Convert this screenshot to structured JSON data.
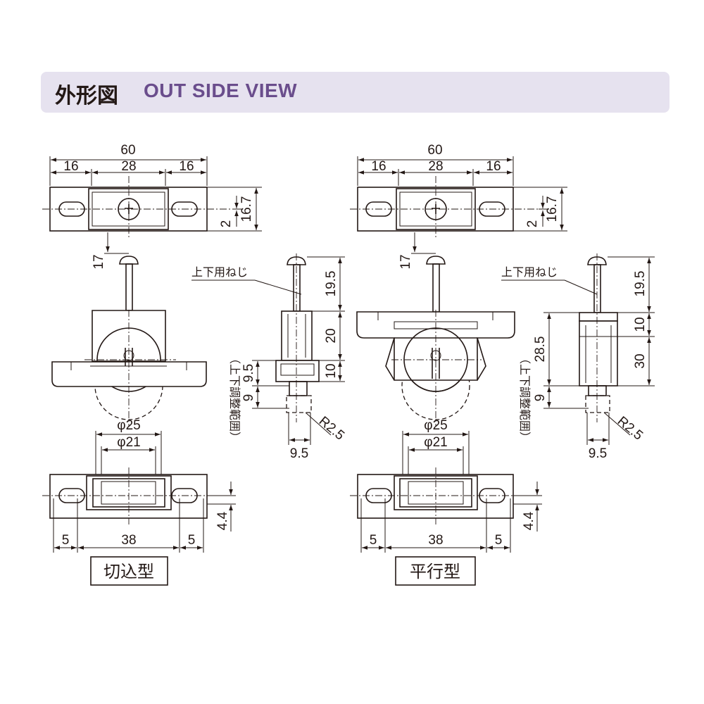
{
  "header": {
    "title_jp": "外形図",
    "title_en": "OUT SIDE VIEW"
  },
  "colors": {
    "banner_bg": "#e6e2ef",
    "title_en": "#6a4d8c",
    "ink": "#231815"
  },
  "variants": [
    {
      "label": "切込型",
      "dims": {
        "total_w": "60",
        "left_w": "16",
        "mid_w": "28",
        "right_w": "16",
        "height": "16.7",
        "offset": "2",
        "stem": "17",
        "screw_note": "上下用ねじ",
        "side_top": "19.5",
        "side_body": "20",
        "side_base": "10",
        "adj_a": "9.5",
        "adj_b": "9",
        "radius": "R2.5",
        "wheel_w": "9.5",
        "adj_range": "（上下調整範囲）",
        "outer_dia": "φ25",
        "inner_dia": "φ21",
        "hole_pitch": "38",
        "edge_l": "5",
        "edge_r": "5",
        "depth": "4.4"
      }
    },
    {
      "label": "平行型",
      "dims": {
        "total_w": "60",
        "left_w": "16",
        "mid_w": "28",
        "right_w": "16",
        "height": "16.7",
        "offset": "2",
        "stem": "17",
        "screw_note": "上下用ねじ",
        "side_top": "19.5",
        "side_upper": "10",
        "side_body": "28.5",
        "side_lower": "30",
        "adj_b": "9",
        "radius": "R2.5",
        "wheel_w": "9.5",
        "adj_range": "（上下調整範囲）",
        "outer_dia": "φ25",
        "inner_dia": "φ21",
        "hole_pitch": "38",
        "edge_l": "5",
        "edge_r": "5",
        "depth": "4.4"
      }
    }
  ]
}
